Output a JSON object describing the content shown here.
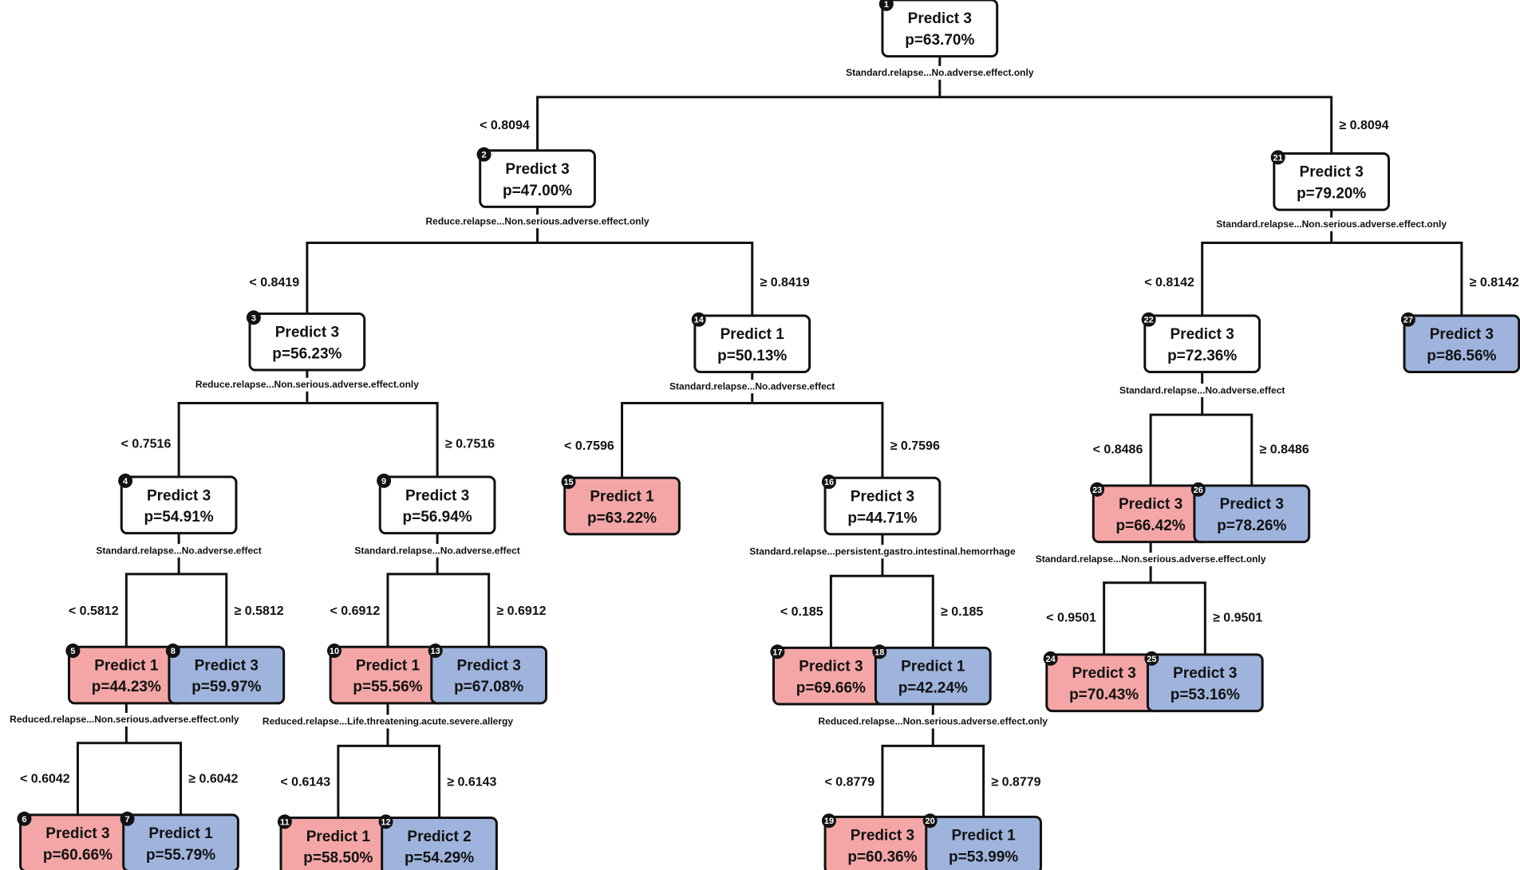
{
  "colors": {
    "internal": "#ffffff",
    "class_1": "#f4a6a6",
    "class_3": "#9fb4dd",
    "border": "#111111"
  },
  "nodes": [
    {
      "id": "1",
      "l1": "Predict 3",
      "l2": "p=63.70%",
      "fill": "internal",
      "split": "Standard.relapse...No.adverse.effect.only"
    },
    {
      "id": "2",
      "l1": "Predict 3",
      "l2": "p=47.00%",
      "fill": "internal",
      "split": "Reduce.relapse...Non.serious.adverse.effect.only"
    },
    {
      "id": "21",
      "l1": "Predict 3",
      "l2": "p=79.20%",
      "fill": "internal",
      "split": "Standard.relapse...Non.serious.adverse.effect.only"
    },
    {
      "id": "3",
      "l1": "Predict 3",
      "l2": "p=56.23%",
      "fill": "internal",
      "split": "Reduce.relapse...Non.serious.adverse.effect.only"
    },
    {
      "id": "14",
      "l1": "Predict 1",
      "l2": "p=50.13%",
      "fill": "internal",
      "split": "Standard.relapse...No.adverse.effect"
    },
    {
      "id": "22",
      "l1": "Predict 3",
      "l2": "p=72.36%",
      "fill": "internal",
      "split": "Standard.relapse...No.adverse.effect"
    },
    {
      "id": "27",
      "l1": "Predict 3",
      "l2": "p=86.56%",
      "fill": "class_3"
    },
    {
      "id": "4",
      "l1": "Predict 3",
      "l2": "p=54.91%",
      "fill": "internal",
      "split": "Standard.relapse...No.adverse.effect"
    },
    {
      "id": "9",
      "l1": "Predict 3",
      "l2": "p=56.94%",
      "fill": "internal",
      "split": "Standard.relapse...No.adverse.effect"
    },
    {
      "id": "15",
      "l1": "Predict 1",
      "l2": "p=63.22%",
      "fill": "class_1"
    },
    {
      "id": "16",
      "l1": "Predict 3",
      "l2": "p=44.71%",
      "fill": "internal",
      "split": "Standard.relapse...persistent.gastro.intestinal.hemorrhage"
    },
    {
      "id": "23",
      "l1": "Predict 3",
      "l2": "p=66.42%",
      "fill": "class_1",
      "split": "Standard.relapse...Non.serious.adverse.effect.only"
    },
    {
      "id": "26",
      "l1": "Predict 3",
      "l2": "p=78.26%",
      "fill": "class_3"
    },
    {
      "id": "5",
      "l1": "Predict 1",
      "l2": "p=44.23%",
      "fill": "class_1",
      "split": "Reduced.relapse...Non.serious.adverse.effect.only"
    },
    {
      "id": "8",
      "l1": "Predict 3",
      "l2": "p=59.97%",
      "fill": "class_3"
    },
    {
      "id": "10",
      "l1": "Predict 1",
      "l2": "p=55.56%",
      "fill": "class_1",
      "split": "Reduced.relapse...Life.threatening.acute.severe.allergy"
    },
    {
      "id": "13",
      "l1": "Predict 3",
      "l2": "p=67.08%",
      "fill": "class_3"
    },
    {
      "id": "17",
      "l1": "Predict 3",
      "l2": "p=69.66%",
      "fill": "class_1"
    },
    {
      "id": "18",
      "l1": "Predict 1",
      "l2": "p=42.24%",
      "fill": "class_3",
      "split": "Reduced.relapse...Non.serious.adverse.effect.only"
    },
    {
      "id": "24",
      "l1": "Predict 3",
      "l2": "p=70.43%",
      "fill": "class_1"
    },
    {
      "id": "25",
      "l1": "Predict 3",
      "l2": "p=53.16%",
      "fill": "class_3"
    },
    {
      "id": "6",
      "l1": "Predict 3",
      "l2": "p=60.66%",
      "fill": "class_1"
    },
    {
      "id": "7",
      "l1": "Predict 1",
      "l2": "p=55.79%",
      "fill": "class_3"
    },
    {
      "id": "11",
      "l1": "Predict 1",
      "l2": "p=58.50%",
      "fill": "class_1"
    },
    {
      "id": "12",
      "l1": "Predict 2",
      "l2": "p=54.29%",
      "fill": "class_3"
    },
    {
      "id": "19",
      "l1": "Predict 3",
      "l2": "p=60.36%",
      "fill": "class_1"
    },
    {
      "id": "20",
      "l1": "Predict 1",
      "l2": "p=53.99%",
      "fill": "class_3"
    }
  ],
  "edges": [
    {
      "parent": "1",
      "left": "2",
      "right": "21",
      "lt": "< 0.8094",
      "rt": "≥ 0.8094"
    },
    {
      "parent": "2",
      "left": "3",
      "right": "14",
      "lt": "< 0.8419",
      "rt": "≥ 0.8419"
    },
    {
      "parent": "21",
      "left": "22",
      "right": "27",
      "lt": "< 0.8142",
      "rt": "≥ 0.8142"
    },
    {
      "parent": "3",
      "left": "4",
      "right": "9",
      "lt": "< 0.7516",
      "rt": "≥ 0.7516"
    },
    {
      "parent": "14",
      "left": "15",
      "right": "16",
      "lt": "< 0.7596",
      "rt": "≥ 0.7596"
    },
    {
      "parent": "22",
      "left": "23",
      "right": "26",
      "lt": "< 0.8486",
      "rt": "≥ 0.8486"
    },
    {
      "parent": "4",
      "left": "5",
      "right": "8",
      "lt": "< 0.5812",
      "rt": "≥ 0.5812"
    },
    {
      "parent": "9",
      "left": "10",
      "right": "13",
      "lt": "< 0.6912",
      "rt": "≥ 0.6912"
    },
    {
      "parent": "16",
      "left": "17",
      "right": "18",
      "lt": "< 0.185",
      "rt": "≥ 0.185"
    },
    {
      "parent": "23",
      "left": "24",
      "right": "25",
      "lt": "< 0.9501",
      "rt": "≥ 0.9501"
    },
    {
      "parent": "5",
      "left": "6",
      "right": "7",
      "lt": "< 0.6042",
      "rt": "≥ 0.6042"
    },
    {
      "parent": "10",
      "left": "11",
      "right": "12",
      "lt": "< 0.6143",
      "rt": "≥ 0.6143"
    },
    {
      "parent": "18",
      "left": "19",
      "right": "20",
      "lt": "< 0.8779",
      "rt": "≥ 0.8779"
    }
  ]
}
